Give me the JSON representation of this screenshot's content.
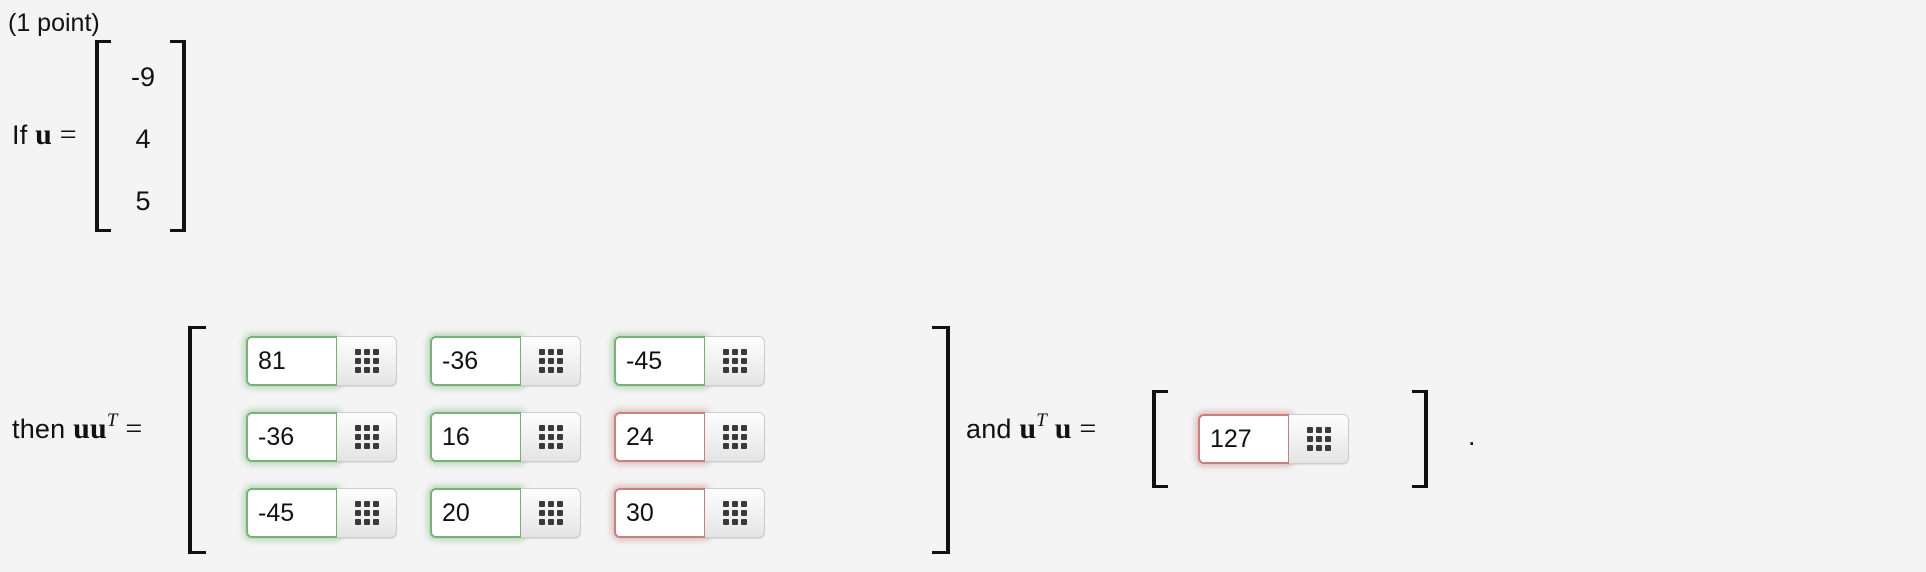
{
  "page": {
    "point_label": "(1 point)",
    "background": "#f4f4f4",
    "trailing_period": "."
  },
  "colors": {
    "correct_border": "#78b278",
    "incorrect_border": "#c98080",
    "text": "#111111",
    "button_face": "#f2f2f2"
  },
  "vector_u": {
    "prefix_text": "If",
    "variable": "u",
    "equals": "=",
    "entries": [
      "-9",
      "4",
      "5"
    ]
  },
  "outer_product": {
    "prefix_text": "then",
    "variable": "uu",
    "superscript": "T",
    "equals": "=",
    "grid_icon_name": "grid-icon",
    "matrix": [
      [
        {
          "value": "81",
          "state": "correct"
        },
        {
          "value": "-36",
          "state": "correct"
        },
        {
          "value": "-45",
          "state": "correct"
        }
      ],
      [
        {
          "value": "-36",
          "state": "correct"
        },
        {
          "value": "16",
          "state": "correct"
        },
        {
          "value": "24",
          "state": "incorrect"
        }
      ],
      [
        {
          "value": "-45",
          "state": "correct"
        },
        {
          "value": "20",
          "state": "correct"
        },
        {
          "value": "30",
          "state": "incorrect"
        }
      ]
    ]
  },
  "inner_product": {
    "prefix_text": "and",
    "variable_left": "u",
    "superscript": "T",
    "variable_right": "u",
    "equals": "=",
    "grid_icon_name": "grid-icon",
    "cell": {
      "value": "127",
      "state": "incorrect"
    }
  }
}
